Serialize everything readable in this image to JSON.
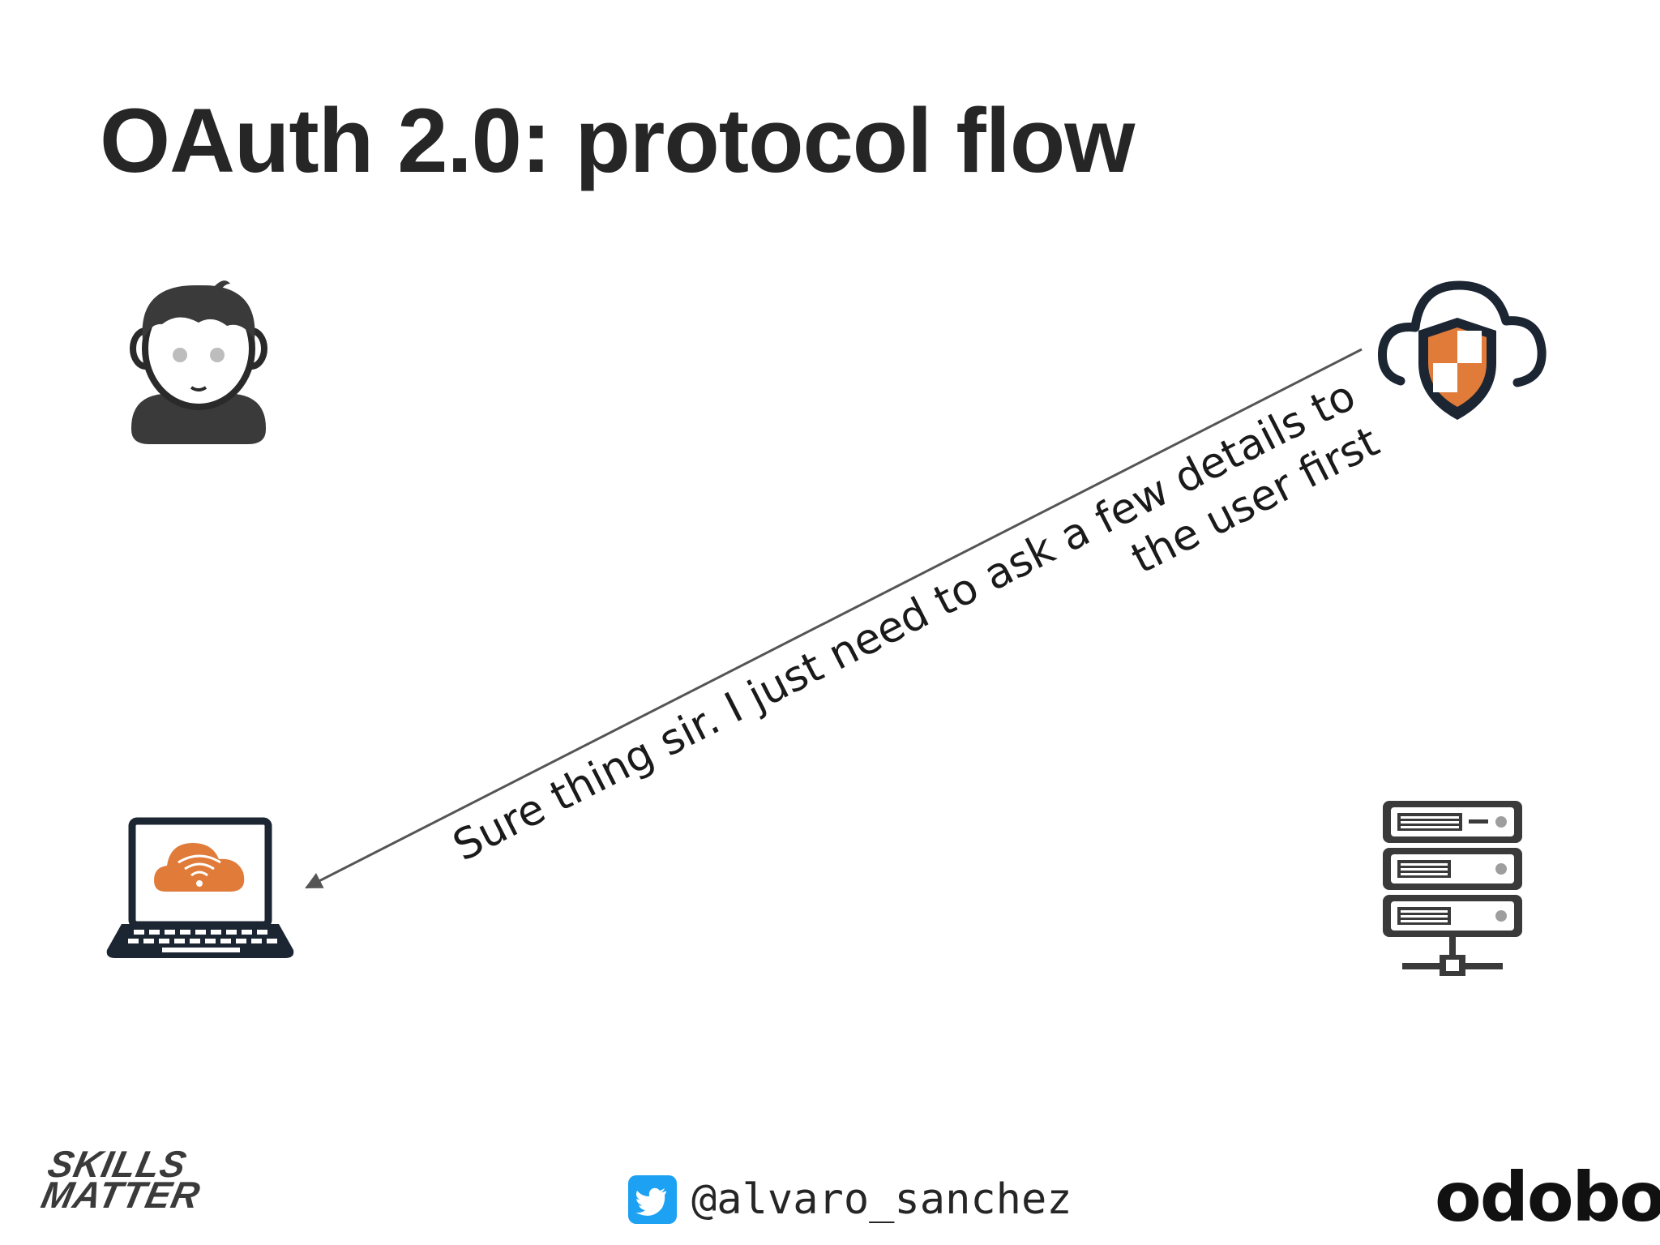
{
  "slide": {
    "title": "OAuth 2.0: protocol flow"
  },
  "diagram": {
    "nodes": [
      {
        "role": "resource owner",
        "icon": "user-icon"
      },
      {
        "role": "authorization server",
        "icon": "shield-cloud-icon"
      },
      {
        "role": "client",
        "icon": "laptop-cloud-icon"
      },
      {
        "role": "resource server",
        "icon": "server-rack-icon"
      }
    ],
    "message": {
      "from": "authorization server",
      "to": "client",
      "line1": "Sure thing sir. I just need to ask a few details to",
      "line2": "the user first"
    }
  },
  "footer": {
    "brand_left_line1": "SKILLS",
    "brand_left_line2": "MATTER",
    "twitter_icon": "twitter-icon",
    "handle": "@alvaro_sanchez",
    "brand_right": "odobo"
  },
  "colors": {
    "accent": "#e07b39",
    "dark": "#262626",
    "icon_dark": "#1c2633",
    "twitter": "#1da1f2"
  }
}
